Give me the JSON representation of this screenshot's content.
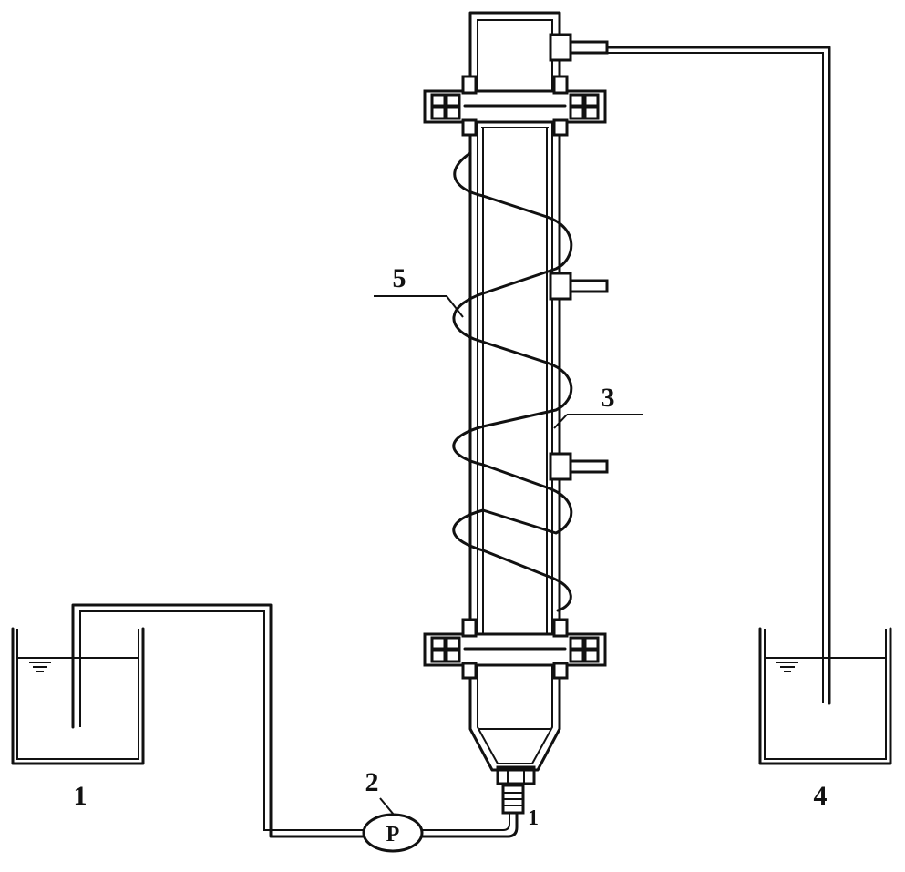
{
  "labels": {
    "tank_feed": "1",
    "pump": "2",
    "column": "3",
    "tank_collect": "4",
    "coil": "5",
    "pump_symbol": "P",
    "valve": "1"
  },
  "colors": {
    "line": "#111111",
    "background": "#ffffff"
  }
}
